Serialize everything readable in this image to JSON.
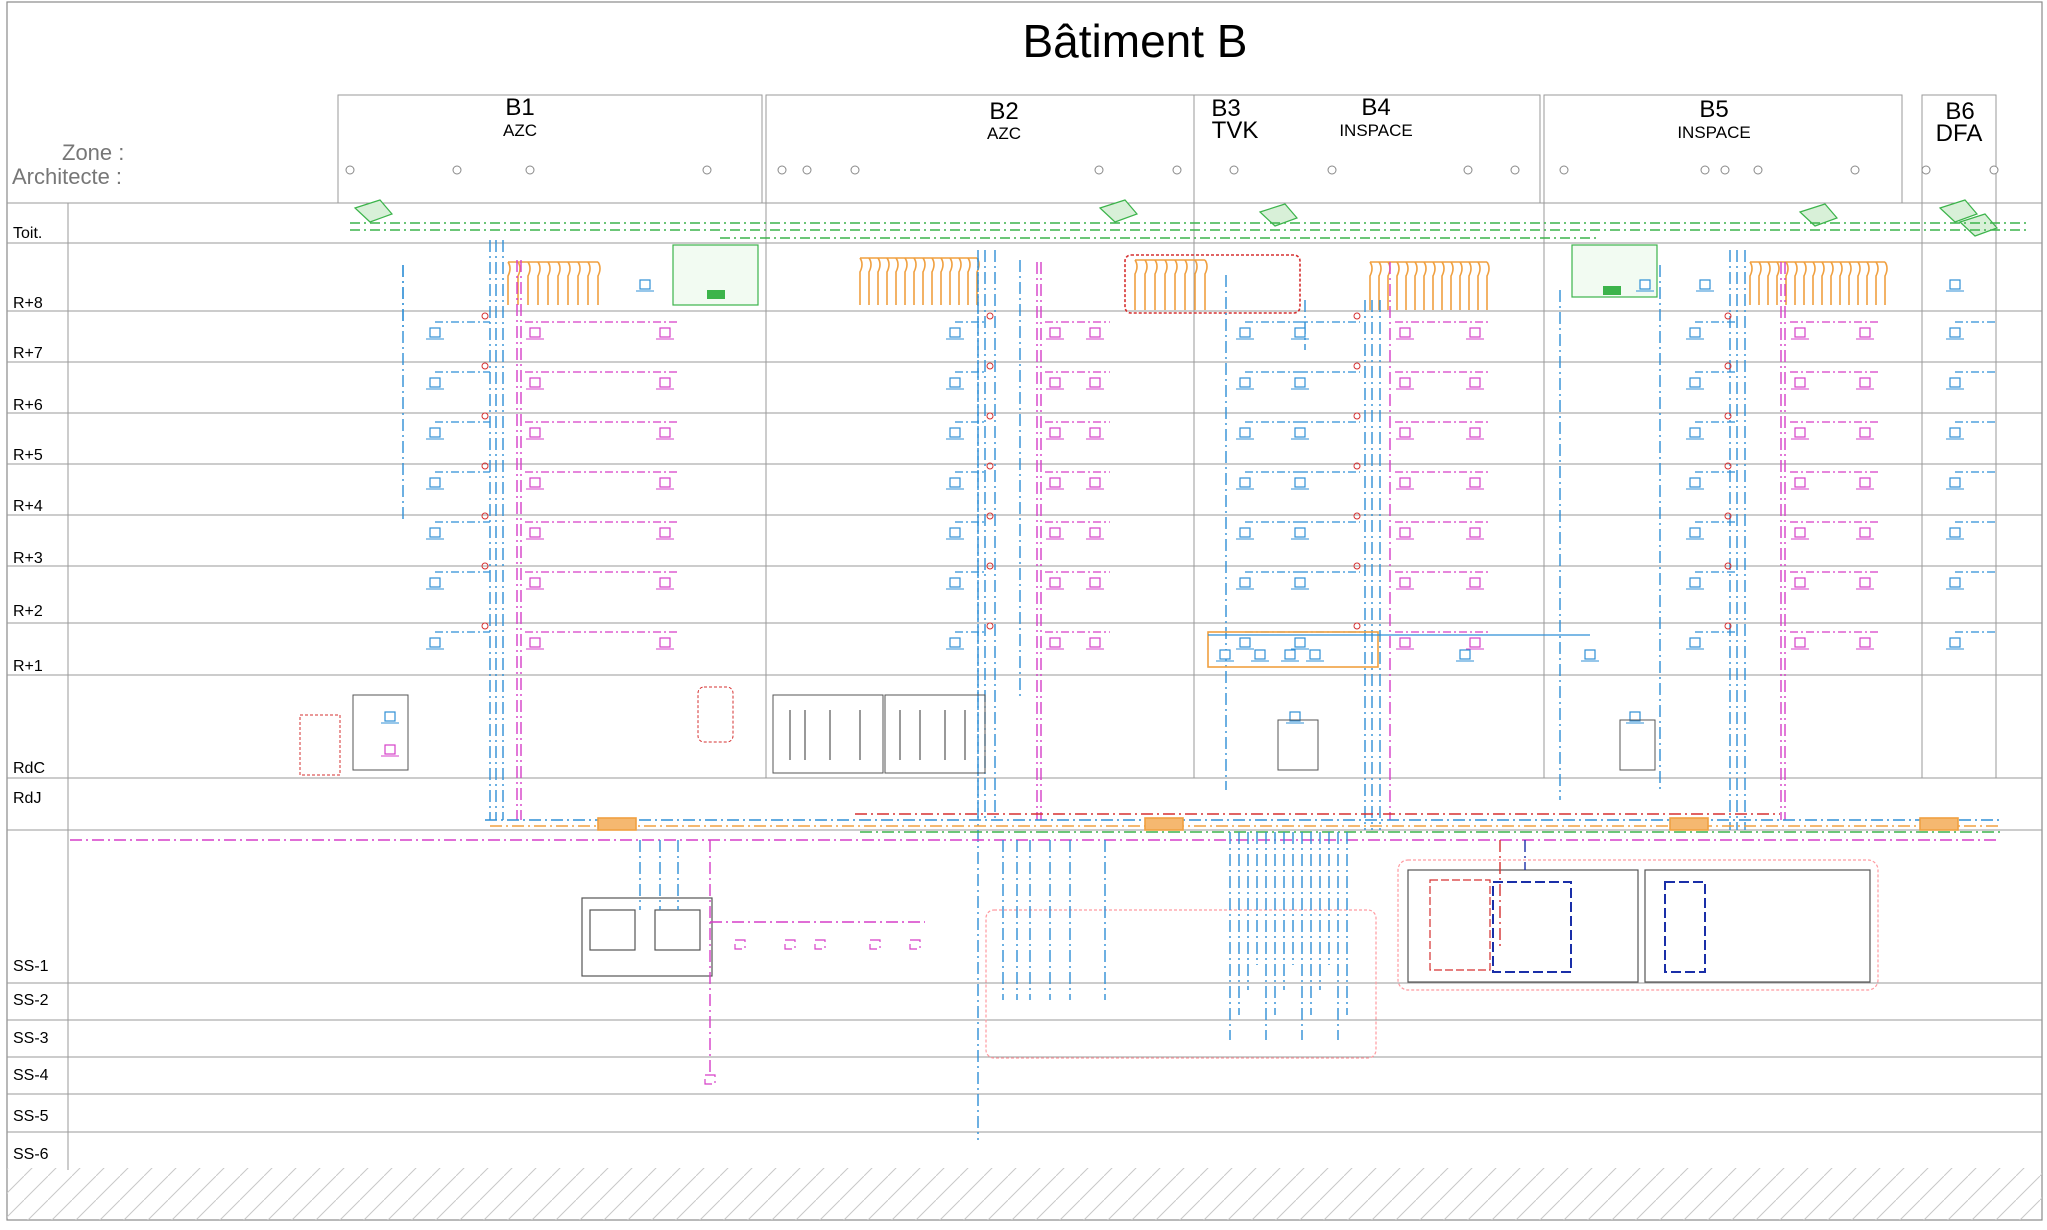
{
  "title": "Bâtiment B",
  "header": {
    "zone_label": "Zone :",
    "architect_label": "Architecte :"
  },
  "buildings": [
    {
      "code": "B1",
      "architect": "AZC"
    },
    {
      "code": "B2",
      "architect": "AZC"
    },
    {
      "code": "B3",
      "architect": "TVK"
    },
    {
      "code": "B4",
      "architect": "INSPACE"
    },
    {
      "code": "B5",
      "architect": "INSPACE"
    },
    {
      "code": "B6",
      "architect": "DFA"
    }
  ],
  "levels": [
    "Toit.",
    "R+8",
    "R+7",
    "R+6",
    "R+5",
    "R+4",
    "R+3",
    "R+2",
    "R+1",
    "RdC",
    "RdJ",
    "SS-1",
    "SS-2",
    "SS-3",
    "SS-4",
    "SS-5",
    "SS-6"
  ],
  "colors": {
    "gridline": "#9a9a9a",
    "network_blue": "#2f8fd6",
    "network_magenta": "#d63fc8",
    "network_orange": "#f0a040",
    "network_green": "#3cb44b",
    "network_red": "#d63030",
    "network_navy": "#1a2fa8",
    "cabinet_pink": "#ffb0b0"
  }
}
